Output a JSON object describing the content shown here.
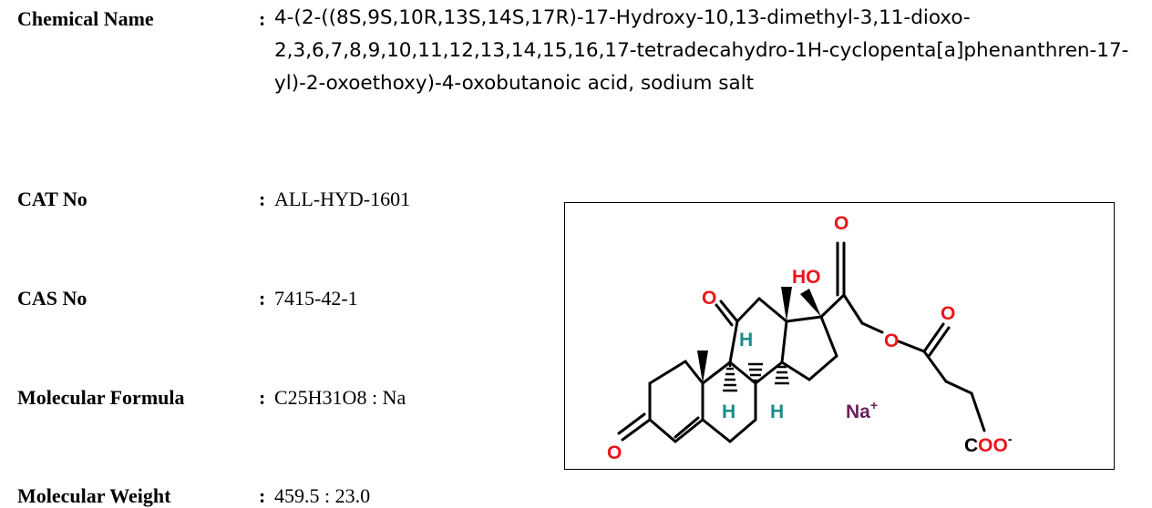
{
  "rows": [
    {
      "label": "Chemical Name",
      "colon": ":",
      "value": "4-(2-((8S,9S,10R,13S,14S,17R)-17-Hydroxy-10,13-dimethyl-3,11-dioxo-2,3,6,7,8,9,10,11,12,13,14,15,16,17-tetradecahydro-1H-cyclopenta[a]phenanthren-17-yl)-2-oxoethoxy)-4-oxobutanoic acid, sodium salt"
    },
    {
      "label": "CAT No",
      "colon": ":",
      "value": "ALL-HYD-1601"
    },
    {
      "label": "CAS No",
      "colon": ":",
      "value": "7415-42-1"
    },
    {
      "label": "Molecular Formula",
      "colon": ":",
      "value": "C25H31O8 : Na"
    },
    {
      "label": "Molecular Weight",
      "colon": ":",
      "value": "459.5 : 23.0"
    }
  ],
  "structure": {
    "atoms": {
      "oxygen": "O",
      "hydroxyl": "HO",
      "hydrogen": "H",
      "sodium": "Na",
      "sodium_charge": "+",
      "carboxylate": "COO",
      "carboxylate_charge": "-"
    },
    "colors": {
      "oxygen": "#e8161b",
      "hydrogen": "#1a8a8a",
      "sodium": "#6a1f5a"
    }
  }
}
